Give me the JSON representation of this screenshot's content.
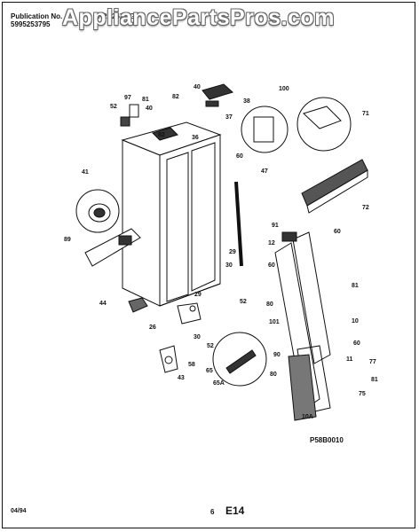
{
  "header": {
    "publication_label": "Publication No.",
    "publication_number": "5995253795",
    "model": "FRS26ZRG"
  },
  "watermark": "AppliancePartsPros.com",
  "figure_code": "P58B0010",
  "footer": {
    "date": "04/94",
    "page": "6",
    "section": "E14"
  },
  "part_labels": [
    "40",
    "82",
    "38",
    "100",
    "71",
    "97",
    "81",
    "52",
    "40",
    "37",
    "82",
    "36",
    "60",
    "47",
    "41",
    "72",
    "89",
    "91",
    "12",
    "60",
    "29",
    "60",
    "30",
    "52",
    "80",
    "81",
    "44",
    "29",
    "101",
    "10",
    "26",
    "30",
    "52",
    "90",
    "60",
    "58",
    "11",
    "77",
    "43",
    "65",
    "80",
    "81",
    "65A",
    "75",
    "10A"
  ]
}
